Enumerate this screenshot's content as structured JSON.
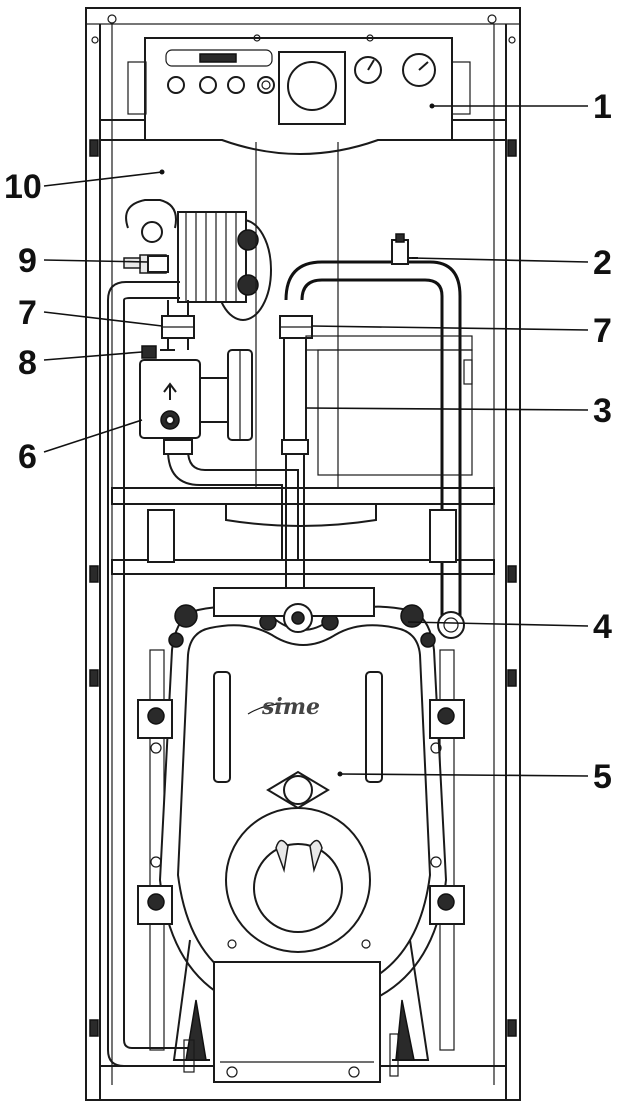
{
  "brand_logo": "sime",
  "callouts": [
    {
      "id": "1",
      "label": "1"
    },
    {
      "id": "2",
      "label": "2"
    },
    {
      "id": "3",
      "label": "3"
    },
    {
      "id": "4",
      "label": "4"
    },
    {
      "id": "5",
      "label": "5"
    },
    {
      "id": "6",
      "label": "6"
    },
    {
      "id": "7a",
      "label": "7"
    },
    {
      "id": "7b",
      "label": "7"
    },
    {
      "id": "8",
      "label": "8"
    },
    {
      "id": "9",
      "label": "9"
    },
    {
      "id": "10",
      "label": "10"
    }
  ]
}
